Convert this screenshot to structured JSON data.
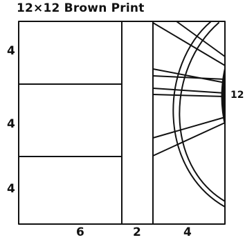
{
  "title": "12×12 Brown Print",
  "left_labels": [
    "4",
    "4",
    "4"
  ],
  "bottom_labels": [
    "6",
    "2",
    "4"
  ],
  "right_label": "12",
  "colors": {
    "ink": "#111111",
    "paper": "#ffffff"
  }
}
